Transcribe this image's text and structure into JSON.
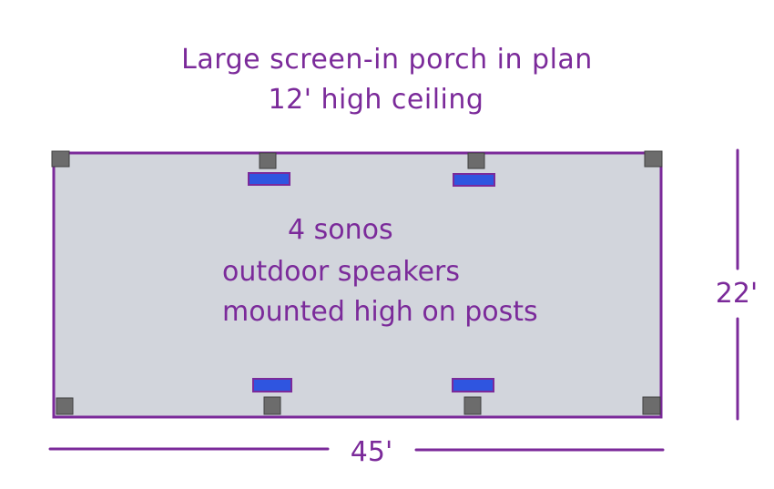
{
  "title_line1": "Large screen-in porch in plan",
  "title_line2": "12' high ceiling",
  "porch_note": [
    "4 sonos",
    "outdoor speakers",
    "mounted high on posts"
  ],
  "width_label": "45'",
  "depth_label": "22'",
  "colors": {
    "ink": "#7b2a9a",
    "porch_fill": "#d2d5dc",
    "post": "#6c6c6c",
    "speaker": "#2f55e0"
  }
}
